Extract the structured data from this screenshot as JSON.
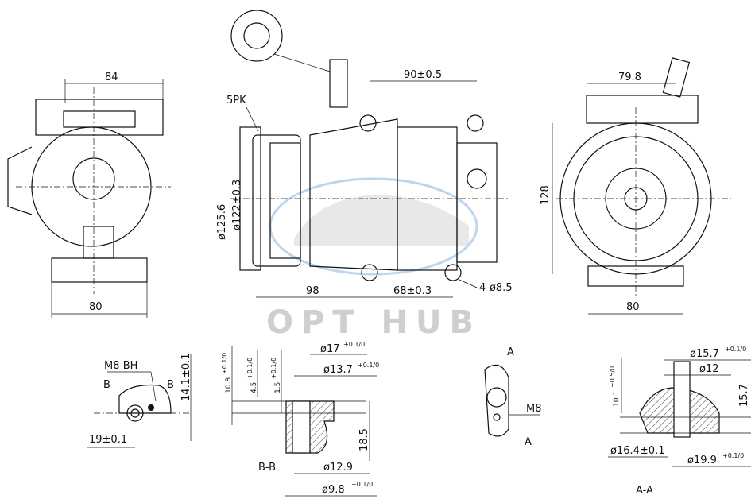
{
  "watermark": {
    "text": "OPT HUB"
  },
  "front_view": {
    "width_top": "84",
    "width_bottom": "80"
  },
  "side_view": {
    "pulley": "5PK",
    "dia_outer": "ø125.6",
    "dia_inner": "ø122±0.3",
    "top_dim": "90±0.5",
    "length": "98",
    "mount_spacing": "68±0.3",
    "mount_holes": "4-ø8.5"
  },
  "rear_view": {
    "width_top": "79.8",
    "height": "128",
    "width_bottom": "80"
  },
  "detail_b": {
    "thread": "M8-BH",
    "section_mark_left": "B",
    "section_mark_right": "B",
    "height": "14.1±0.1",
    "offset": "19±0.1"
  },
  "section_bb": {
    "dim1": "10.8",
    "dim1_tol": "+0.1/0",
    "dim2": "4.5",
    "dim2_tol": "+0.1/0",
    "dim3": "1.5",
    "dim3_tol": "+0.1/0",
    "dia_17": "ø17",
    "dia_17_tol": "+0.1/0",
    "dia_13_7": "ø13.7",
    "dia_13_7_tol": "+0.1/0",
    "depth": "18.5",
    "dia_12_9": "ø12.9",
    "dia_9_8": "ø9.8",
    "dia_9_8_tol": "+0.1/0",
    "label": "B-B"
  },
  "detail_a": {
    "mark_top": "A",
    "mark_bottom": "A",
    "thread": "M8"
  },
  "section_aa": {
    "height": "10.1",
    "height_tol": "+0.5/0",
    "dia_15_7": "ø15.7",
    "dia_15_7_tol": "+0.1/0",
    "dia_12": "ø12",
    "depth": "15.7",
    "dia_16_4": "ø16.4±0.1",
    "dia_19_9": "ø19.9",
    "dia_19_9_tol": "+0.1/0",
    "label": "A-A"
  }
}
